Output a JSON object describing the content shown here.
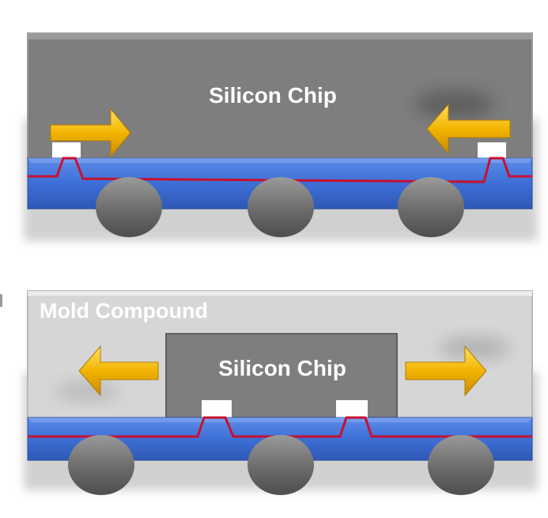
{
  "panel_top": {
    "chip_label": "Silicon Chip"
  },
  "panel_bottom": {
    "mold_label": "Mold Compound",
    "chip_label": "Silicon Chip"
  },
  "colors": {
    "chip_gray": "#7e7e7e",
    "mold_gray": "#d6d6d6",
    "substrate_blue": "#3d6fd6",
    "trace_red": "#c8102e",
    "arrow_yellow": "#f3b400",
    "solder_ball": "#6f6f6f",
    "label_white": "#ffffff"
  },
  "icons": {
    "expansion_arrows": "block-arrow"
  }
}
